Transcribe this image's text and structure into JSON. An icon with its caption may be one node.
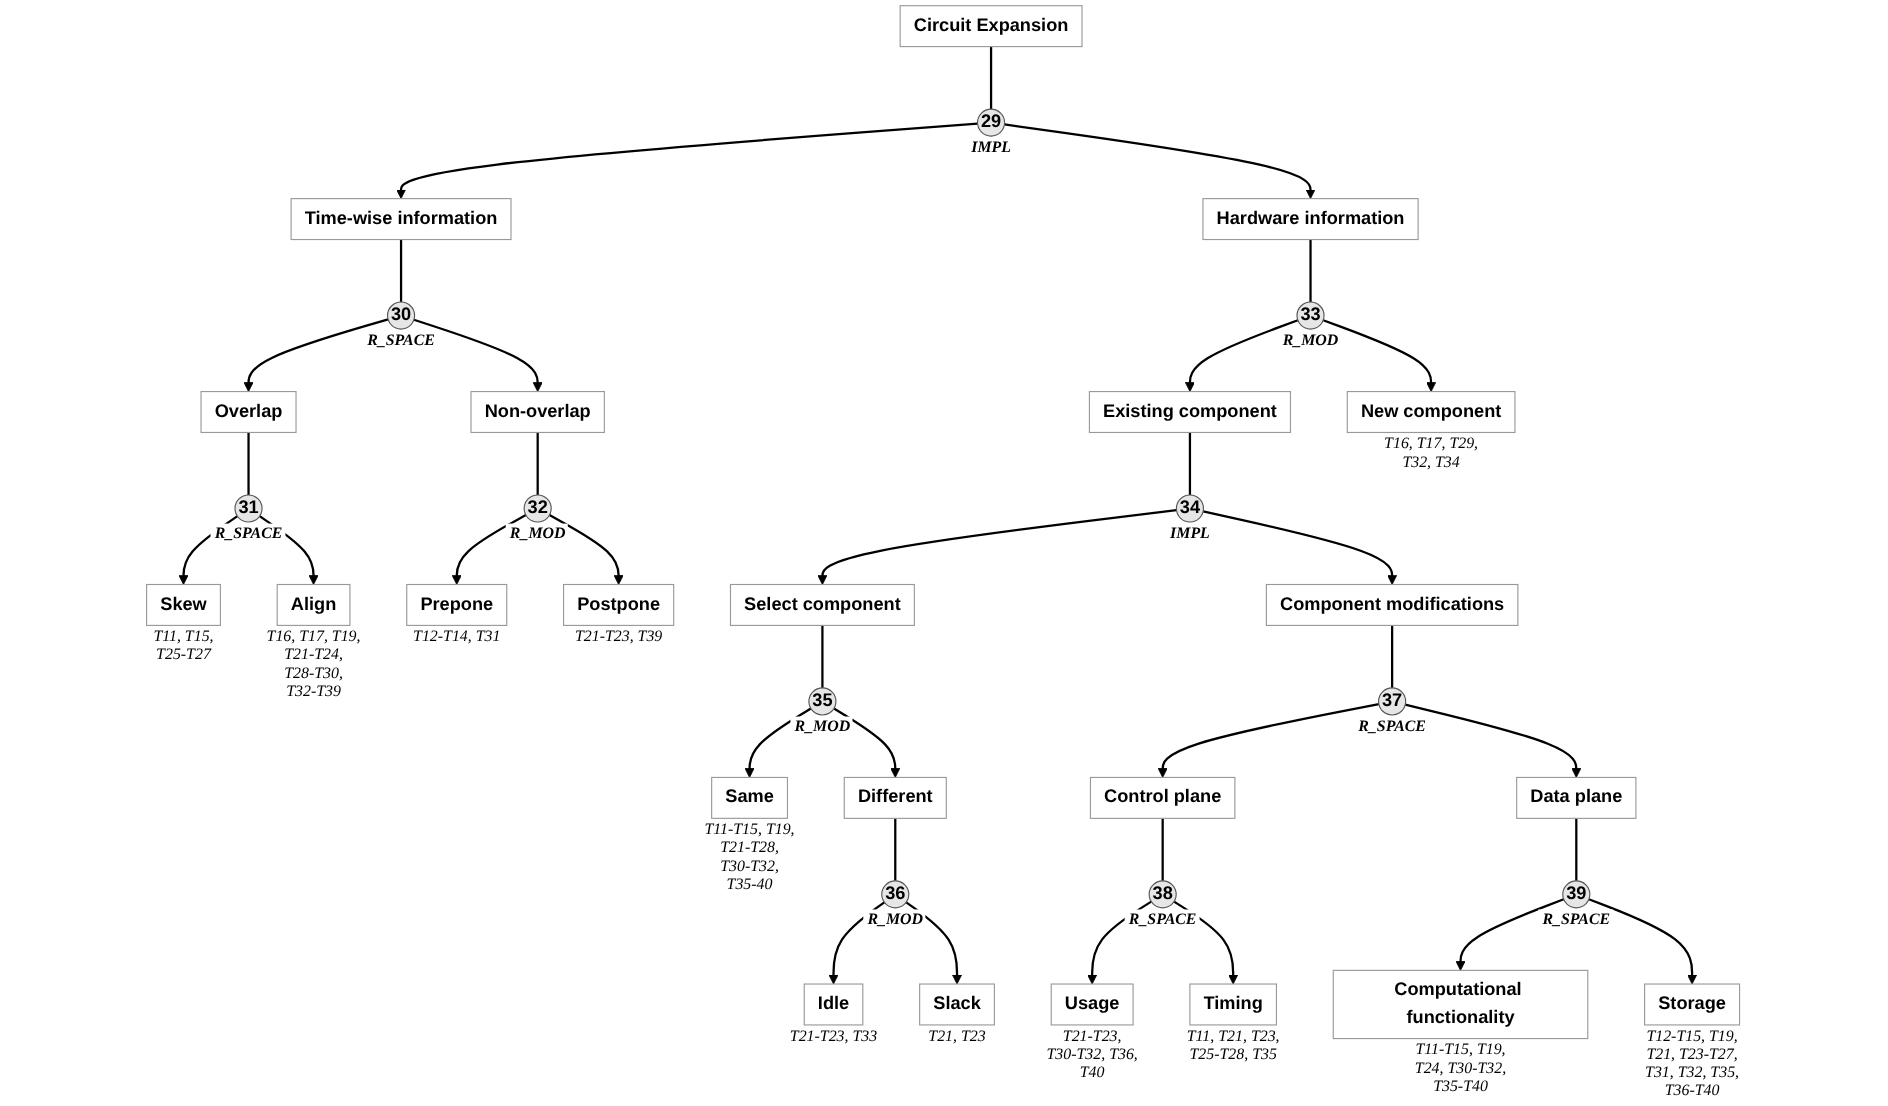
{
  "diagram": {
    "nodes": [
      {
        "text": [
          "Circuit Expansion"
        ]
      },
      {
        "text": [
          "29"
        ],
        "beside": [
          "IMPL"
        ]
      },
      {
        "text": [
          "Time-wise information"
        ]
      },
      {
        "text": [
          "Hardware information"
        ]
      },
      {
        "text": [
          "30"
        ],
        "beside": [
          "R_SPACE"
        ]
      },
      {
        "text": [
          "33"
        ],
        "beside": [
          "R_MOD"
        ]
      },
      {
        "text": [
          "Overlap"
        ]
      },
      {
        "text": [
          "Non-overlap"
        ]
      },
      {
        "text": [
          "Existing component"
        ]
      },
      {
        "text": [
          "New component"
        ],
        "beside": [
          "T16, T17, T29, T32, T34"
        ]
      },
      {
        "text": [
          "31"
        ],
        "beside": [
          "R_SPACE"
        ]
      },
      {
        "text": [
          "32"
        ],
        "beside": [
          "R_MOD"
        ]
      },
      {
        "text": [
          "34"
        ],
        "beside": [
          "IMPL"
        ]
      },
      {
        "text": [
          "Skew"
        ],
        "beside": [
          "T11, T15, T25-T27"
        ]
      },
      {
        "text": [
          "Align"
        ],
        "beside": [
          "T16, T17, T19, T21-T24, T28-T30, T32-T39"
        ]
      },
      {
        "text": [
          "Prepone"
        ],
        "beside": [
          "T12-T14, T31"
        ]
      },
      {
        "text": [
          "Postpone"
        ],
        "beside": [
          "T21-T23, T39"
        ]
      },
      {
        "text": [
          "Select component"
        ]
      },
      {
        "text": [
          "Component modifications"
        ]
      },
      {
        "text": [
          "35"
        ],
        "beside": [
          "R_MOD"
        ]
      },
      {
        "text": [
          "37"
        ],
        "beside": [
          "R_SPACE"
        ]
      },
      {
        "text": [
          "Same"
        ],
        "beside": [
          "T11-T15, T19, T21-T28, T30-T32, T35-40"
        ]
      },
      {
        "text": [
          "Different"
        ]
      },
      {
        "text": [
          "Control plane"
        ]
      },
      {
        "text": [
          "Data plane"
        ]
      },
      {
        "text": [
          "36"
        ],
        "beside": [
          "R_MOD"
        ]
      },
      {
        "text": [
          "38"
        ],
        "beside": [
          "R_SPACE"
        ]
      },
      {
        "text": [
          "39"
        ],
        "beside": [
          "R_SPACE"
        ]
      },
      {
        "text": [
          "Idle"
        ],
        "beside": [
          "T21-T23, T33"
        ]
      },
      {
        "text": [
          "Slack"
        ],
        "beside": [
          "T21, T23"
        ]
      },
      {
        "text": [
          "Usage"
        ],
        "beside": [
          "T21-T23, T30-T32, T36, T40"
        ]
      },
      {
        "text": [
          "Timing"
        ],
        "beside": [
          "T11, T21, T23, T25-T28, T35"
        ]
      },
      {
        "text": [
          "Computational functionality"
        ],
        "beside": [
          "T11-T15, T19, T24, T30-T32, T35-T40"
        ]
      },
      {
        "text": [
          "Storage"
        ],
        "beside": [
          "T12-T15, T19, T21, T23-T27, T31, T32, T35, T36-T40"
        ]
      }
    ],
    "edges": [
      {
        "from": 0,
        "to": 1,
        "arrow": "none"
      },
      {
        "from": 1,
        "to": 2,
        "arrow": "to"
      },
      {
        "from": 1,
        "to": 3,
        "arrow": "to"
      },
      {
        "from": 2,
        "to": 4,
        "arrow": "none"
      },
      {
        "from": 4,
        "to": 6,
        "arrow": "to"
      },
      {
        "from": 4,
        "to": 7,
        "arrow": "to"
      },
      {
        "from": 3,
        "to": 5,
        "arrow": "none"
      },
      {
        "from": 5,
        "to": 8,
        "arrow": "to"
      },
      {
        "from": 5,
        "to": 9,
        "arrow": "to"
      },
      {
        "from": 6,
        "to": 10,
        "arrow": "none"
      },
      {
        "from": 10,
        "to": 13,
        "arrow": "to"
      },
      {
        "from": 10,
        "to": 14,
        "arrow": "to"
      },
      {
        "from": 7,
        "to": 11,
        "arrow": "none"
      },
      {
        "from": 11,
        "to": 15,
        "arrow": "to"
      },
      {
        "from": 11,
        "to": 16,
        "arrow": "to"
      },
      {
        "from": 8,
        "to": 12,
        "arrow": "none"
      },
      {
        "from": 12,
        "to": 17,
        "arrow": "to"
      },
      {
        "from": 12,
        "to": 18,
        "arrow": "to"
      },
      {
        "from": 17,
        "to": 19,
        "arrow": "none"
      },
      {
        "from": 19,
        "to": 21,
        "arrow": "to"
      },
      {
        "from": 19,
        "to": 22,
        "arrow": "to"
      },
      {
        "from": 18,
        "to": 20,
        "arrow": "none"
      },
      {
        "from": 20,
        "to": 23,
        "arrow": "to"
      },
      {
        "from": 20,
        "to": 24,
        "arrow": "to"
      },
      {
        "from": 22,
        "to": 25,
        "arrow": "none"
      },
      {
        "from": 25,
        "to": 28,
        "arrow": "to"
      },
      {
        "from": 25,
        "to": 29,
        "arrow": "to"
      },
      {
        "from": 23,
        "to": 26,
        "arrow": "none"
      },
      {
        "from": 26,
        "to": 30,
        "arrow": "to"
      },
      {
        "from": 26,
        "to": 31,
        "arrow": "to"
      },
      {
        "from": 24,
        "to": 27,
        "arrow": "none"
      },
      {
        "from": 27,
        "to": 32,
        "arrow": "to"
      },
      {
        "from": 27,
        "to": 33,
        "arrow": "to"
      }
    ]
  }
}
